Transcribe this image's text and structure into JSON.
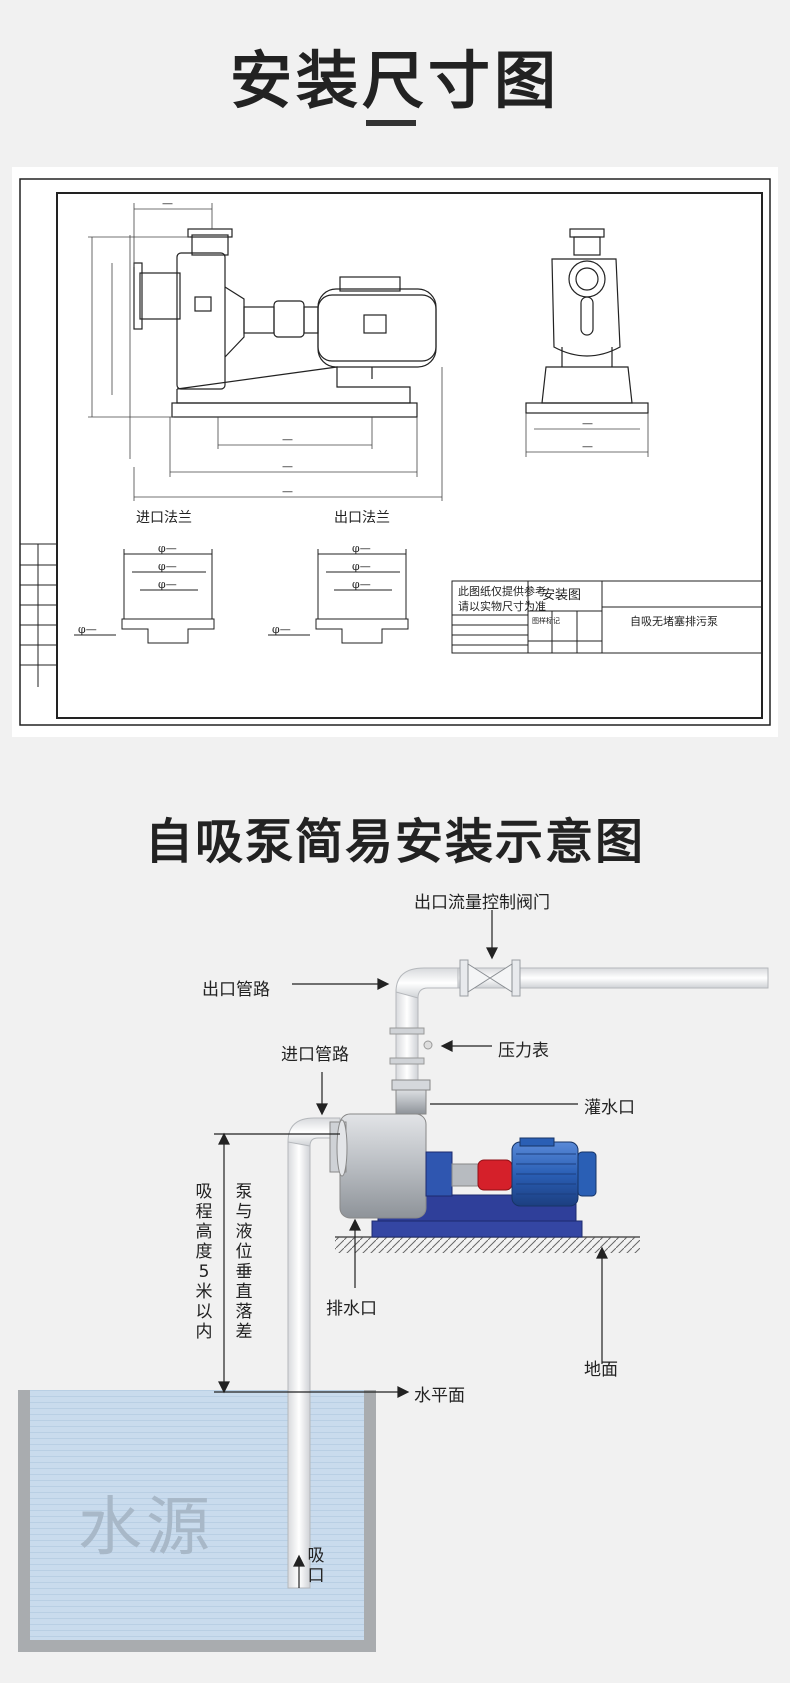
{
  "top": {
    "title": "安装尺寸图",
    "inlet_flange_label": "进口法兰",
    "outlet_flange_label": "出口法兰",
    "dim_dash": "—",
    "phi_dash": "φ—",
    "title_block": {
      "note_line1": "此图纸仅提供参考",
      "note_line2": "请以实物尺寸为准",
      "drawing_name": "安装图",
      "product_name": "自吸无堵塞排污泵",
      "drawing_mark": "图样标记"
    }
  },
  "bottom": {
    "title": "自吸泵简易安装示意图",
    "labels": {
      "valve": "出口流量控制阀门",
      "outlet_pipe": "出口管路",
      "pressure_gauge": "压力表",
      "inlet_pipe": "进口管路",
      "priming_port": "灌水口",
      "suction_height": "吸程高度5米以内",
      "vertical_drop": "泵与液位垂直落差",
      "drain_port": "排水口",
      "ground": "地面",
      "water_level": "水平面",
      "water_source": "水源",
      "suction_port": "吸口"
    }
  },
  "colors": {
    "motor_blue": "#2a5fb5",
    "coupling_red": "#d5202a",
    "water": "#c9dbed",
    "base_blue": "#2f3f9a"
  }
}
